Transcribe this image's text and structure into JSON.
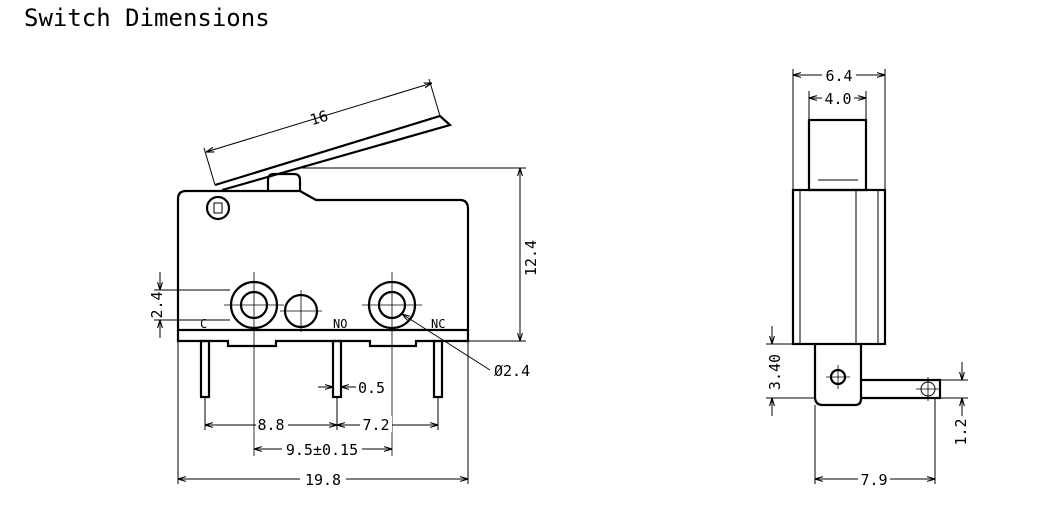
{
  "title": "Switch Dimensions",
  "front_view": {
    "lever_length": "16",
    "height": "12.4",
    "pin_offset": "2.4",
    "hole_diameter": "Ø2.4",
    "pin_width": "0.5",
    "c_to_no": "8.8",
    "no_to_nc": "7.2",
    "hole_spacing": "9.5±0.15",
    "body_length": "19.8",
    "terminals": {
      "c": "C",
      "no": "NO",
      "nc": "NC"
    }
  },
  "side_view": {
    "overall_width": "6.4",
    "plunger_width": "4.0",
    "terminal_height": "3.40",
    "terminal_thickness": "1.2",
    "terminal_reach": "7.9"
  }
}
